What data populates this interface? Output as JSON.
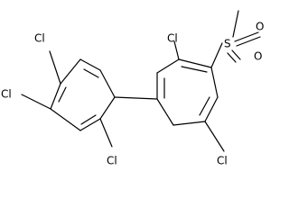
{
  "molecule": {
    "atoms": {
      "cl_ring_left_top": "Cl",
      "cl_ring_left_middle": "Cl",
      "cl_ring_left_bottom": "Cl",
      "cl_ring_right_top": "Cl",
      "cl_ring_right_bottom": "Cl",
      "sulfur": "S",
      "oxygen_upper": "O",
      "oxygen_lower": "O"
    },
    "colors": {
      "bond": "#000000",
      "label": "#000000",
      "background": "#ffffff"
    }
  }
}
